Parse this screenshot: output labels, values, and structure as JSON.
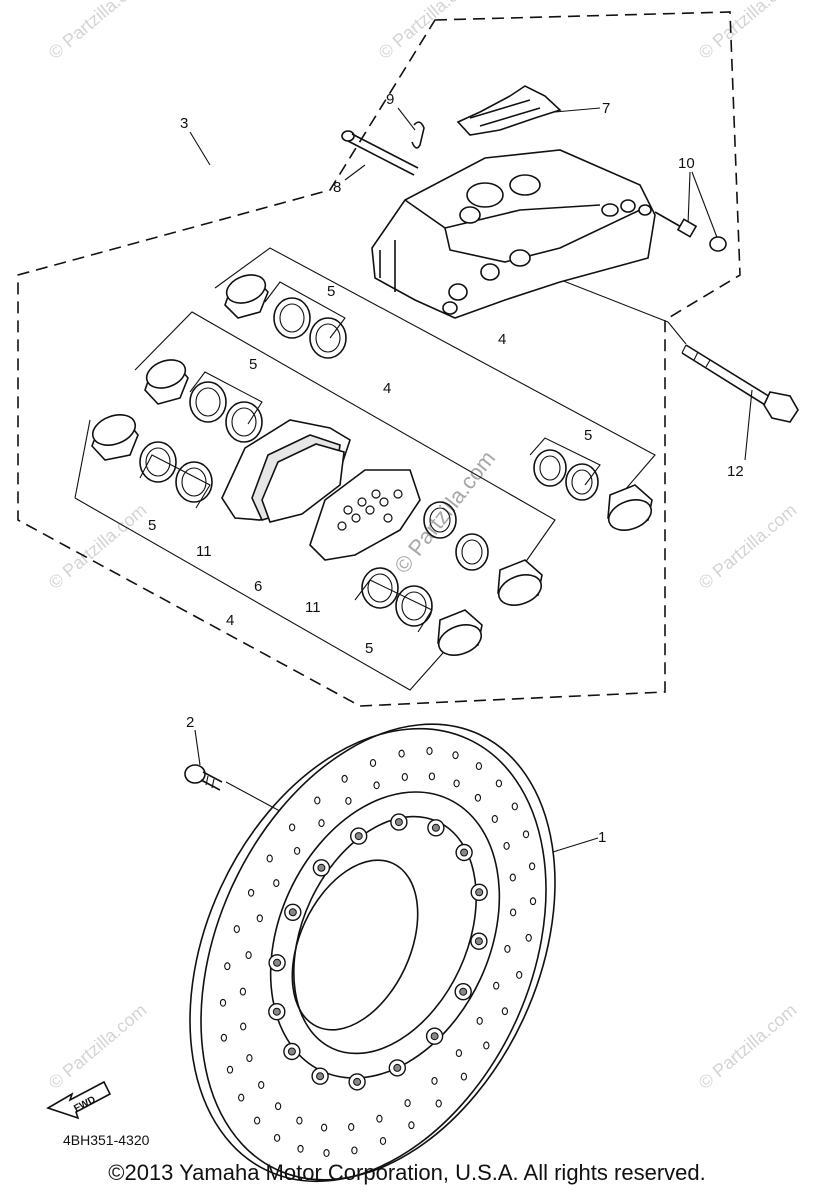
{
  "callouts": [
    "1",
    "2",
    "3",
    "4",
    "4",
    "4",
    "5",
    "5",
    "5",
    "5",
    "5",
    "6",
    "7",
    "8",
    "9",
    "10",
    "11",
    "11",
    "12"
  ],
  "watermarks": {
    "corner": "© Partzilla.com",
    "center": "© Partzilla.com"
  },
  "fwd_label": "FWD",
  "diagram_code": "4BH351-4320",
  "copyright": "©2013 Yamaha Motor Corporation, U.S.A. All rights reserved."
}
